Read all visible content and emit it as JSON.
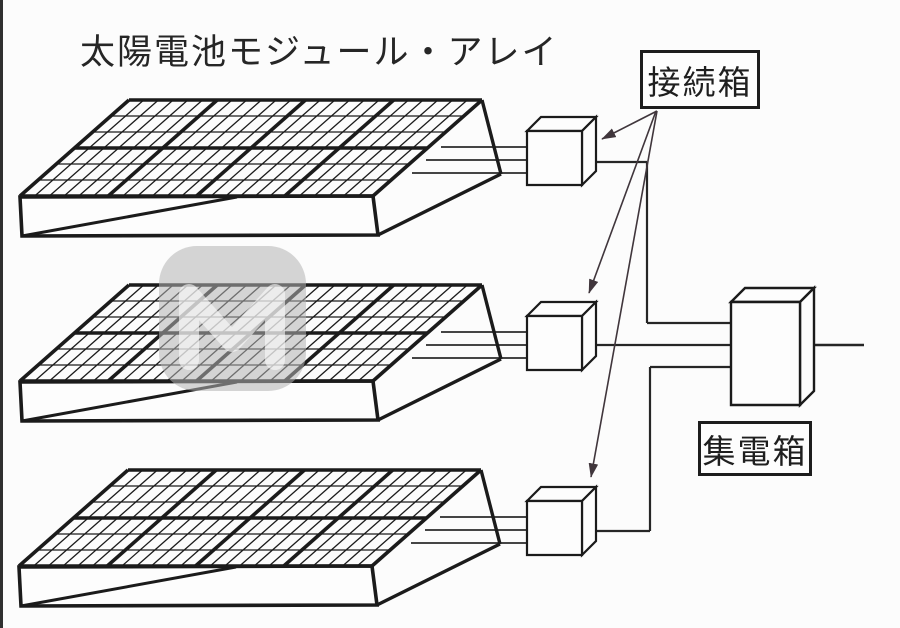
{
  "diagram": {
    "title": "太陽電池モジュール・アレイ",
    "labels": {
      "junction_box": "接続箱",
      "collector_box": "集電箱"
    },
    "panel_count": 3,
    "junction_box_count": 3,
    "collector_box_count": 1,
    "watermark_glyph": "M",
    "panel_grid": {
      "modules_per_row": 4,
      "module_rows": 2,
      "cells_per_module_row": 6,
      "cell_rows_per_module": 3
    },
    "colors": {
      "line": "#1b1b1b",
      "wire": "#2b2b2b",
      "bus": "#262626",
      "arrow": "#40363c",
      "background": "#fcfcfc",
      "watermark_bg": "#b2b2b2"
    }
  }
}
